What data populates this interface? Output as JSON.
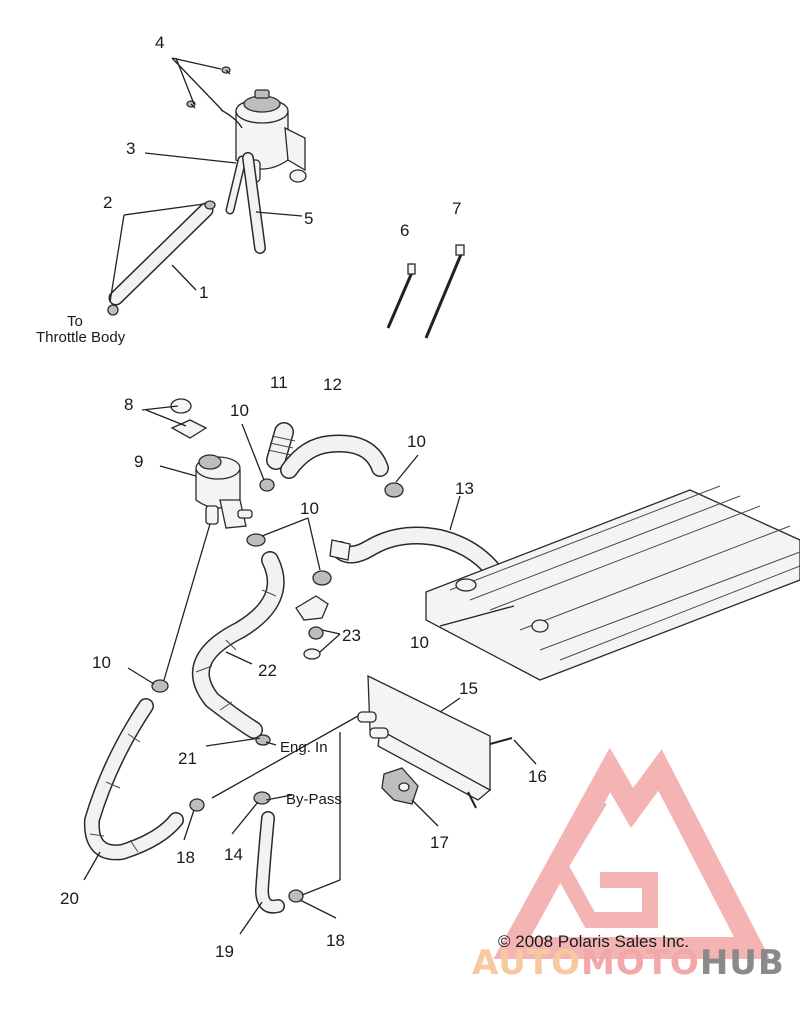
{
  "callouts": {
    "c1": "1",
    "c2": "2",
    "c3": "3",
    "c4": "4",
    "c5": "5",
    "c6": "6",
    "c7": "7",
    "c8": "8",
    "c9": "9",
    "c10a": "10",
    "c10b": "10",
    "c10c": "10",
    "c10d": "10",
    "c10e": "10",
    "c11": "11",
    "c12": "12",
    "c13": "13",
    "c14": "14",
    "c15": "15",
    "c16": "16",
    "c17": "17",
    "c18a": "18",
    "c18b": "18",
    "c19": "19",
    "c20": "20",
    "c21": "21",
    "c22": "22",
    "c23": "23"
  },
  "labels": {
    "to": "To",
    "throttle_body": "Throttle Body",
    "eng_in": "Eng. In",
    "by_pass": "By-Pass"
  },
  "copyright": "© 2008 Polaris Sales Inc.",
  "watermark": {
    "part1": "AUTO",
    "part2": "MOTO",
    "part3": "HUB",
    "colors": {
      "light": "#f6c9a0",
      "accent": "#f3a8a8",
      "dark": "#8a8a8a"
    }
  }
}
